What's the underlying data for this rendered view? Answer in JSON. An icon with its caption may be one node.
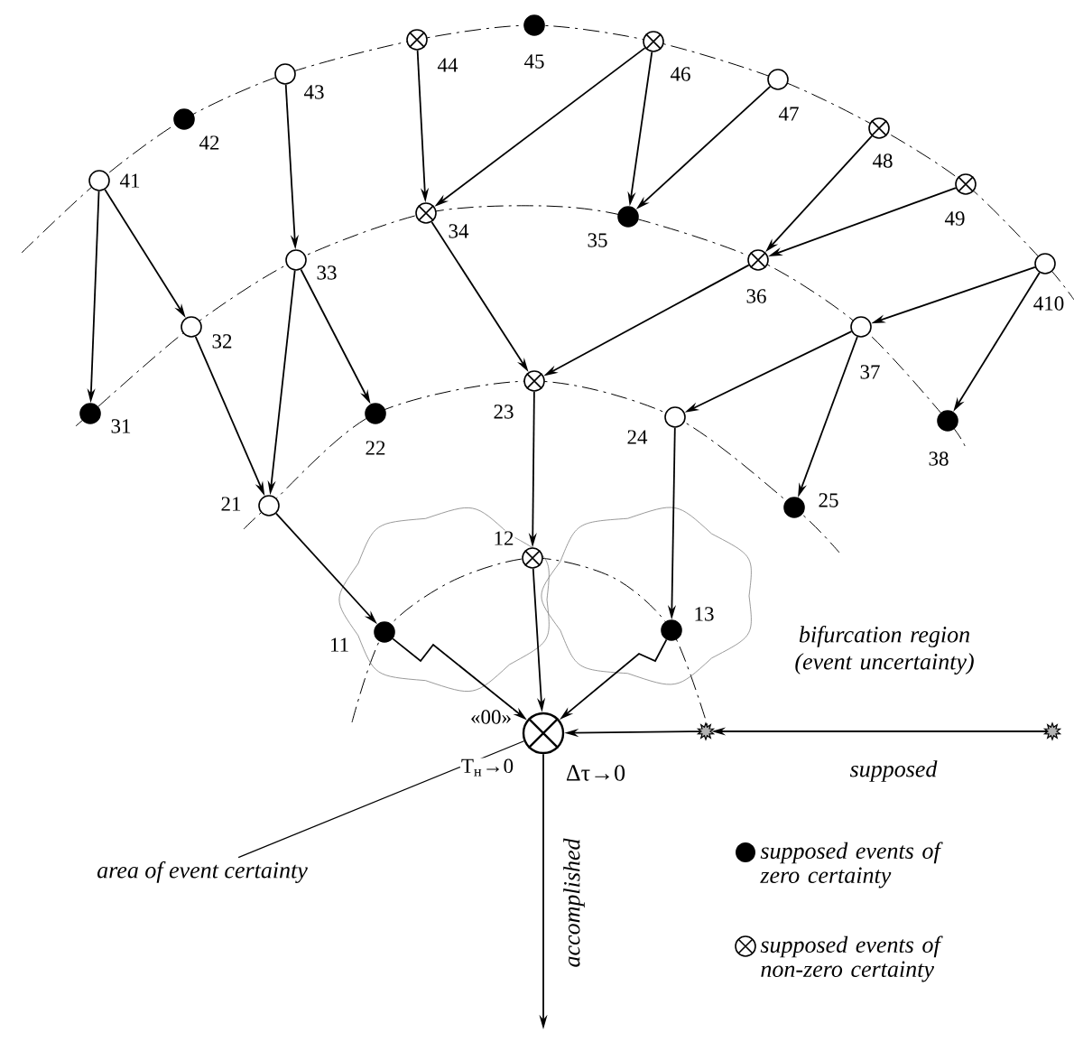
{
  "diagram": {
    "nodes": [
      {
        "text": [],
        "shape": "circle",
        "beside": [
          "41"
        ]
      },
      {
        "text": [],
        "shape": "dot",
        "beside": [
          "42"
        ]
      },
      {
        "text": [],
        "shape": "circle",
        "beside": [
          "43"
        ]
      },
      {
        "text": [],
        "shape": "crossed-circle",
        "beside": [
          "44"
        ]
      },
      {
        "text": [],
        "shape": "dot",
        "beside": [
          "45"
        ]
      },
      {
        "text": [],
        "shape": "crossed-circle",
        "beside": [
          "46"
        ]
      },
      {
        "text": [],
        "shape": "circle",
        "beside": [
          "47"
        ]
      },
      {
        "text": [],
        "shape": "crossed-circle",
        "beside": [
          "48"
        ]
      },
      {
        "text": [],
        "shape": "crossed-circle",
        "beside": [
          "49"
        ]
      },
      {
        "text": [],
        "shape": "circle",
        "beside": [
          "410"
        ]
      },
      {
        "text": [],
        "shape": "dot",
        "beside": [
          "31"
        ]
      },
      {
        "text": [],
        "shape": "circle",
        "beside": [
          "32"
        ]
      },
      {
        "text": [],
        "shape": "circle",
        "beside": [
          "33"
        ]
      },
      {
        "text": [],
        "shape": "dot",
        "beside": [
          "22"
        ]
      },
      {
        "text": [],
        "shape": "crossed-circle",
        "beside": [
          "34"
        ]
      },
      {
        "text": [],
        "shape": "dot",
        "beside": [
          "35"
        ]
      },
      {
        "text": [],
        "shape": "crossed-circle",
        "beside": [
          "36"
        ]
      },
      {
        "text": [],
        "shape": "circle",
        "beside": [
          "37"
        ]
      },
      {
        "text": [],
        "shape": "dot",
        "beside": [
          "38"
        ]
      },
      {
        "text": [],
        "shape": "circle",
        "beside": [
          "21"
        ]
      },
      {
        "text": [],
        "shape": "crossed-circle",
        "beside": [
          "23"
        ]
      },
      {
        "text": [],
        "shape": "circle",
        "beside": [
          "24"
        ]
      },
      {
        "text": [],
        "shape": "dot",
        "beside": [
          "25"
        ]
      },
      {
        "text": [],
        "shape": "crossed-circle",
        "beside": [
          "12"
        ]
      },
      {
        "text": [],
        "shape": "dot",
        "beside": [
          "11"
        ]
      },
      {
        "text": [],
        "shape": "dot",
        "beside": [
          "13"
        ]
      },
      {
        "text": [],
        "shape": "crossed-circle",
        "beside": [
          "«00»",
          "T$_{н}$→0"
        ]
      },
      {
        "text": [],
        "shape": "star"
      },
      {
        "text": [],
        "shape": "star"
      },
      {
        "text": [
          "area of event certainty"
        ]
      }
    ],
    "edges": [
      {
        "from": 0,
        "to": 10,
        "arrow": "to"
      },
      {
        "from": 0,
        "to": 11,
        "arrow": "to"
      },
      {
        "from": 2,
        "to": 12,
        "arrow": "to"
      },
      {
        "from": 3,
        "to": 14,
        "arrow": "to"
      },
      {
        "from": 5,
        "to": 14,
        "arrow": "to"
      },
      {
        "from": 5,
        "to": 15,
        "arrow": "to"
      },
      {
        "from": 6,
        "to": 15,
        "arrow": "to"
      },
      {
        "from": 7,
        "to": 16,
        "arrow": "to"
      },
      {
        "from": 8,
        "to": 16,
        "arrow": "to"
      },
      {
        "from": 9,
        "to": 17,
        "arrow": "to"
      },
      {
        "from": 9,
        "to": 18,
        "arrow": "to"
      },
      {
        "from": 11,
        "to": 19,
        "arrow": "to"
      },
      {
        "from": 12,
        "to": 19,
        "arrow": "to"
      },
      {
        "from": 12,
        "to": 13,
        "arrow": "to"
      },
      {
        "from": 14,
        "to": 20,
        "arrow": "to"
      },
      {
        "from": 16,
        "to": 20,
        "arrow": "to"
      },
      {
        "from": 17,
        "to": 21,
        "arrow": "to"
      },
      {
        "from": 17,
        "to": 22,
        "arrow": "to"
      },
      {
        "from": 19,
        "to": 24,
        "arrow": "to"
      },
      {
        "from": 20,
        "to": 23,
        "arrow": "to"
      },
      {
        "from": 21,
        "to": 25,
        "arrow": "to"
      },
      {
        "from": 23,
        "to": 26,
        "arrow": "to"
      },
      {
        "from": 24,
        "to": 26,
        "arrow": "to"
      },
      {
        "from": 25,
        "to": 26,
        "arrow": "to"
      },
      {
        "from": 28,
        "to": 27,
        "arrow": "to",
        "label": "supposed"
      },
      {
        "from": 27,
        "to": 26,
        "arrow": "to",
        "label": "Δτ→0"
      },
      {
        "from": 26,
        "to": null,
        "arrow": "to",
        "label": "accomplished"
      },
      {
        "from": 29,
        "to": 26,
        "arrow": "none"
      }
    ],
    "labels": [
      "bifurcation region (event uncertainty)"
    ],
    "legend": [
      {
        "text": "supposed events of zero certainty"
      },
      {
        "text": "supposed events of non-zero certainty"
      }
    ]
  }
}
